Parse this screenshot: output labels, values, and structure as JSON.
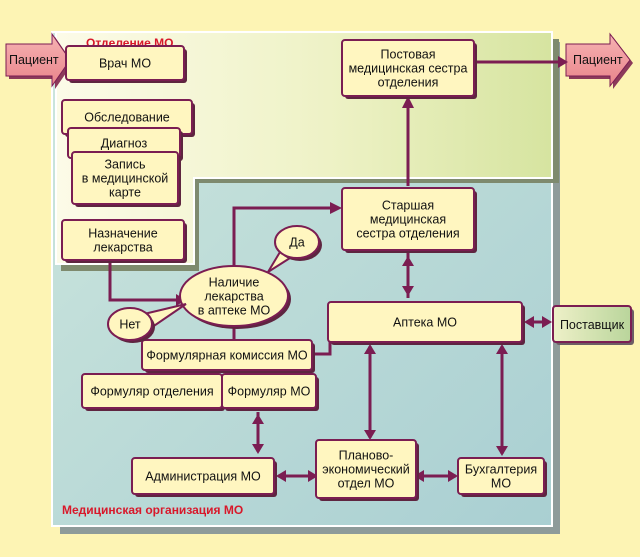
{
  "regions": {
    "department_label": "Отделение МО",
    "organization_label": "Медицинская организация МО"
  },
  "patient_in": "Пациент",
  "patient_out": "Пациент",
  "supplier": "Поставщик",
  "nodes": {
    "doctor": [
      "Врач МО"
    ],
    "examination": [
      "Обследование"
    ],
    "diagnosis": [
      "Диагноз"
    ],
    "record": [
      "Запись",
      "в медицинской",
      "карте"
    ],
    "prescription": [
      "Назначение",
      "лекарства"
    ],
    "availability": [
      "Наличие",
      "лекарства",
      "в аптеке МО"
    ],
    "yes": [
      "Да"
    ],
    "no": [
      "Нет"
    ],
    "formulary_commission": [
      "Формулярная комиссия МО"
    ],
    "formulary_department": [
      "Формуляр отделения"
    ],
    "formulary_mo": [
      "Формуляр МО"
    ],
    "administration": [
      "Администрация МО"
    ],
    "planning": [
      "Планово-",
      "экономический",
      "отдел МО"
    ],
    "accounting": [
      "Бухгалтерия",
      "МО"
    ],
    "pharmacy": [
      "Аптека МО"
    ],
    "head_nurse": [
      "Старшая",
      "медицинская",
      "сестра отделения"
    ],
    "ward_nurse": [
      "Постовая",
      "медицинская сестра",
      "отделения"
    ]
  },
  "colors": {
    "background": "#fdf4b4",
    "box_fill": "#fff6c0",
    "box_stroke": "#7b1d52",
    "arrow": "#7b1d52",
    "department_fill": "#fcfbe3",
    "department_green": "#d9e6a4",
    "organization_fill": "#b9dbd6",
    "patient_arrow": "#ef9a9a",
    "supplier_box": "#c7dca3",
    "label_red": "#d8182a"
  }
}
